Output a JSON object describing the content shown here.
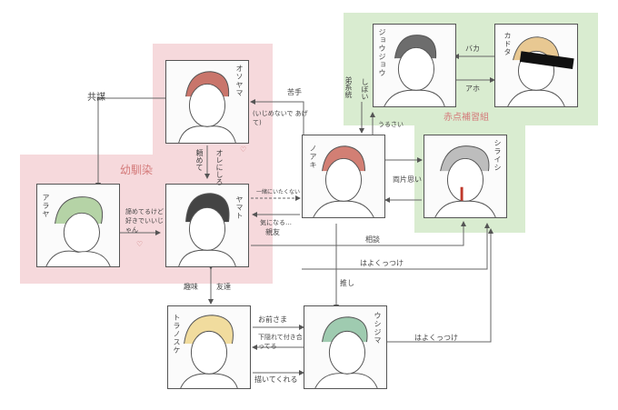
{
  "zones": {
    "childhood_label": "幼馴染",
    "training_label": "赤点補習組"
  },
  "characters": {
    "osoyama": "オソヤマ",
    "jojo": "ジョウジョウ",
    "kadota": "カドタ",
    "araya": "アラヤ",
    "yamato": "ヤマト",
    "noaki": "ノアキ",
    "shiraishi": "シライシ",
    "toranosuke": "トラノスケ",
    "ushijima": "ウシジマ"
  },
  "labels": {
    "kyobo": "共謀",
    "nigate": "苦手",
    "nigate_quote": "(いじめないで あげて)",
    "tanonde": "頼めて",
    "ore_ni_shiro": "オレにしろ",
    "araya_note": "諦めてるけど好きでいいじゃん",
    "heart1": "♡",
    "heart2": "♡",
    "isshoni": "一緒にいたくない",
    "kini_naru": "気になる…",
    "shinyu": "親友",
    "oyajikou": "弟系統",
    "shiboi": "しぼい",
    "urusai": "うるさい",
    "baka": "バカ",
    "aho": "アホ",
    "kataomoi": "両片思い",
    "sodan": "相談",
    "hayaku1": "はよくっつけ",
    "hayaku2": "はよくっつけ",
    "oshi": "推し",
    "shumi": "趣味",
    "tomodachi": "友達",
    "omae_sama": "お前さま",
    "kakushite": "下隠れて付き合ってる",
    "kaikatte": "描いてくれる"
  }
}
